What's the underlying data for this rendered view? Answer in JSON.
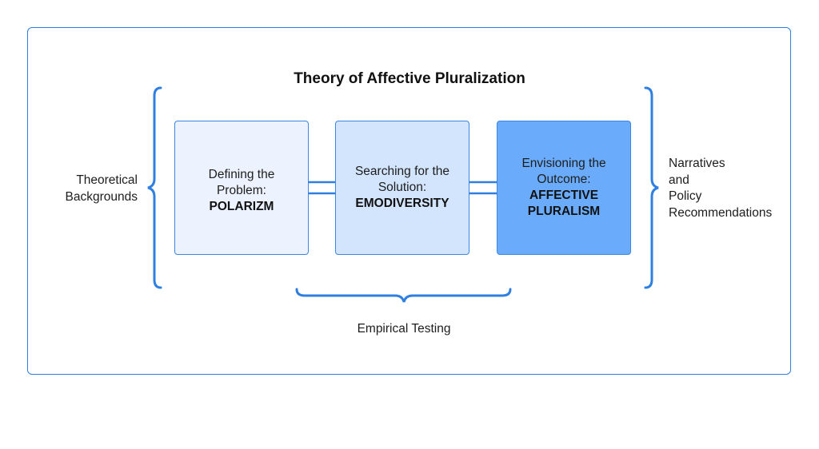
{
  "title": "Theory of Affective Pluralization",
  "boxes": [
    {
      "line1": "Defining the",
      "line2": "Problem:",
      "line3": "POLARIZM",
      "line4": ""
    },
    {
      "line1": "Searching for the",
      "line2": "Solution:",
      "line3": "EMODIVERSITY",
      "line4": ""
    },
    {
      "line1": "Envisioning the",
      "line2": "Outcome:",
      "line3": "AFFECTIVE",
      "line4": "PLURALISM"
    }
  ],
  "left_label": {
    "line1": "Theoretical",
    "line2": "Backgrounds"
  },
  "right_label": {
    "line1": "Narratives",
    "line2": "and",
    "line3": "Policy",
    "line4": "Recommendations"
  },
  "bottom_label": "Empirical Testing",
  "colors": {
    "accent": "#2f7fe0",
    "box1_fill": "#ecf3fe",
    "box2_fill": "#d3e5fd",
    "box3_fill": "#6aacfb"
  }
}
